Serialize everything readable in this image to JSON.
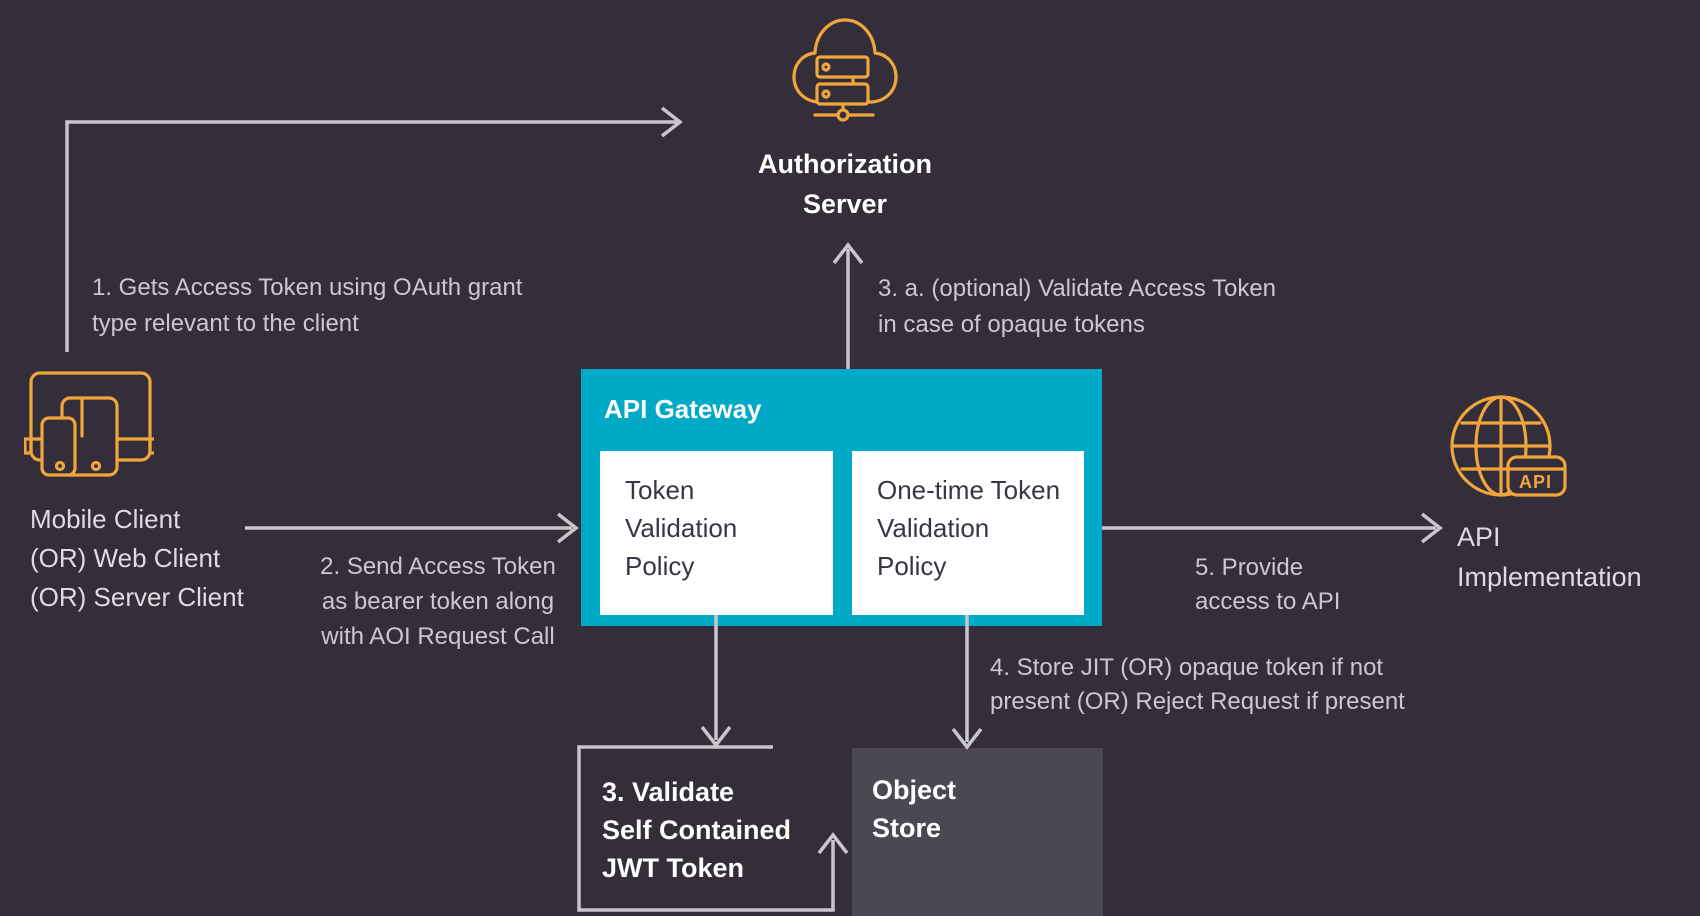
{
  "colors": {
    "background": "#332E39",
    "accent_teal": "#00A9C5",
    "icon_orange": "#F0A63C",
    "arrow_gray": "#C9C5CC",
    "panel_white": "#FFFFFF",
    "object_store_gray": "#4C4853",
    "panel_text_dark": "#3A3542"
  },
  "nodes": {
    "authorization_server": {
      "lines": [
        "Authorization",
        "Server"
      ]
    },
    "client": {
      "lines": [
        "Mobile Client",
        "(OR) Web Client",
        "(OR) Server Client"
      ]
    },
    "api_gateway": {
      "title": "API Gateway",
      "token_validation_policy": {
        "lines": [
          "Token",
          "Validation",
          "Policy"
        ]
      },
      "one_time_token_validation_policy": {
        "lines": [
          "One-time Token",
          "Validation",
          "Policy"
        ]
      }
    },
    "api_implementation": {
      "lines": [
        "API",
        "Implementation"
      ]
    },
    "jwt_validation": {
      "lines": [
        "3. Validate",
        "Self Contained",
        "JWT Token"
      ]
    },
    "object_store": {
      "lines": [
        "Object",
        "Store"
      ]
    }
  },
  "annotations": {
    "step1": {
      "lines": [
        "1. Gets Access Token using OAuth grant",
        "type relevant to the client"
      ]
    },
    "step2": {
      "lines": [
        "2. Send Access Token",
        "as bearer token along",
        "with AOI Request Call"
      ]
    },
    "step3a": {
      "lines": [
        "3. a. (optional) Validate Access Token",
        "in case of opaque tokens"
      ]
    },
    "step4": {
      "lines": [
        "4. Store JIT (OR) opaque token if not",
        "present (OR) Reject Request if present"
      ]
    },
    "step5": {
      "lines": [
        "5. Provide",
        "access to API"
      ]
    }
  },
  "icons": {
    "client_devices": "devices-icon",
    "authorization_server": "cloud-server-icon",
    "api_implementation": "globe-api-icon",
    "api_badge_label": "API"
  }
}
